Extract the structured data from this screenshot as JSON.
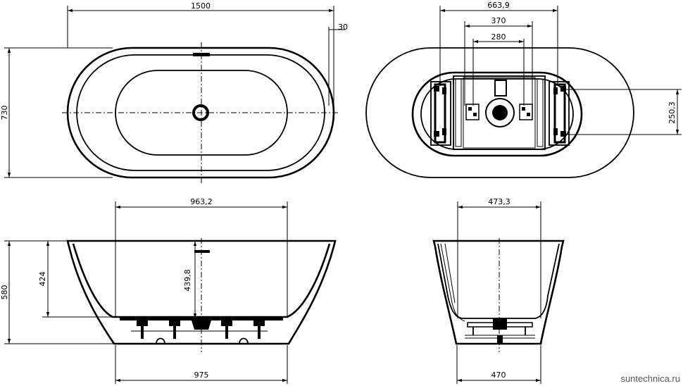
{
  "dimensions": {
    "length": "1500",
    "overflow_offset": "30",
    "width": "730",
    "foot_span_outer": "663,9",
    "foot_span_mid": "370",
    "foot_span_inner": "280",
    "foot_depth": "250,3",
    "bowl_length": "963,2",
    "bath_height": "580",
    "inner_depth": "424",
    "drain_height": "439,8",
    "base_length": "975",
    "side_top_width": "473,3",
    "side_base_width": "470"
  },
  "watermark": "suntechnica.ru"
}
